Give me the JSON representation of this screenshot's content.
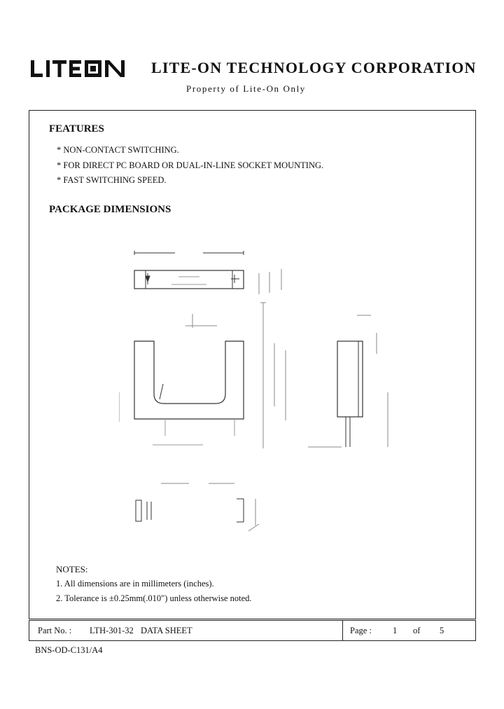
{
  "header": {
    "logo_text": "LITEON",
    "company": "LITE-ON TECHNOLOGY CORPORATION",
    "subtitle": "Property of Lite-On Only"
  },
  "features": {
    "title": "FEATURES",
    "items": [
      "* NON-CONTACT SWITCHING.",
      "* FOR DIRECT PC BOARD OR DUAL-IN-LINE SOCKET MOUNTING.",
      "* FAST SWITCHING SPEED."
    ]
  },
  "package": {
    "title": "PACKAGE DIMENSIONS"
  },
  "notes": {
    "title": "NOTES:",
    "items": [
      "1. All dimensions are in millimeters (inches).",
      "2. Tolerance is ±0.25mm(.010\") unless otherwise noted."
    ]
  },
  "footer": {
    "part_label": "Part No. :",
    "part_number": "LTH-301-32",
    "doc_type": "DATA SHEET",
    "page_label": "Page :",
    "page_current": "1",
    "page_of": "of",
    "page_total": "5"
  },
  "doc_code": "BNS-OD-C131/A4"
}
